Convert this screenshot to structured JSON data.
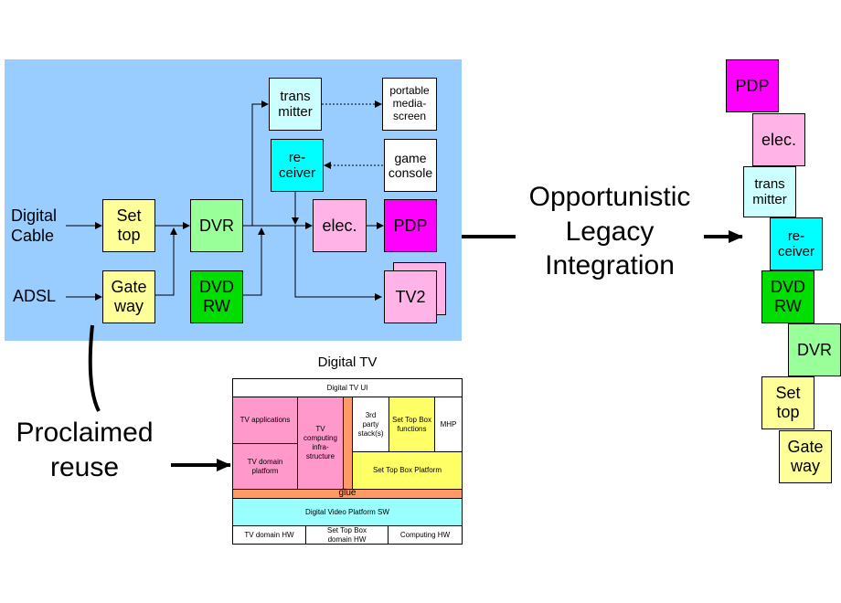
{
  "colors": {
    "panel": "#99ccff",
    "yellow": "#ffff99",
    "green_light": "#99ff99",
    "green": "#00dd00",
    "cyan_light": "#ccffff",
    "cyan": "#00ffff",
    "pink": "#ffb3e6",
    "magenta": "#ff00ff",
    "stack_pink": "#ff99cc",
    "stack_orange": "#ff9966",
    "stack_yellow": "#ffff66",
    "stack_cyan": "#99ffff"
  },
  "left_diagram": {
    "inputs": {
      "digital_cable": "Digital\nCable",
      "adsl": "ADSL"
    },
    "boxes": {
      "set_top": "Set\ntop",
      "gateway": "Gate\nway",
      "dvr": "DVR",
      "dvd_rw": "DVD\nRW",
      "transmitter": "trans\nmitter",
      "receiver": "re-\nceiver",
      "portable_media_screen": "portable\nmedia-\nscreen",
      "game_console": "game\nconsole",
      "elec": "elec.",
      "pdp": "PDP",
      "tv2": "TV2"
    }
  },
  "center_caption": "Opportunistic\nLegacy\nIntegration",
  "right_stack": {
    "pdp": "PDP",
    "elec": "elec.",
    "transmitter": "trans\nmitter",
    "receiver": "re-\nceiver",
    "dvd_rw": "DVD\nRW",
    "dvr": "DVR",
    "set_top": "Set\ntop",
    "gateway": "Gate\nway"
  },
  "bottom_caption": "Proclaimed\nreuse",
  "digital_tv": {
    "title": "Digital TV",
    "ui": "Digital TV UI",
    "tv_applications": "TV applications",
    "tv_domain_platform": "TV domain\nplatform",
    "tv_computing_infrastructure": "TV\ncomputing\ninfra-\nstructure",
    "third_party_stacks": "3rd\nparty\nstack(s)",
    "set_top_box_functions": "Set Top Box\nfunctions",
    "mhp": "MHP",
    "set_top_box_platform": "Set Top Box Platform",
    "glue": "glue",
    "digital_video_platform_sw": "Digital Video Platform SW",
    "tv_domain_hw": "TV domain HW",
    "set_top_box_domain_hw": "Set Top Box\ndomain HW",
    "computing_hw": "Computing HW"
  }
}
